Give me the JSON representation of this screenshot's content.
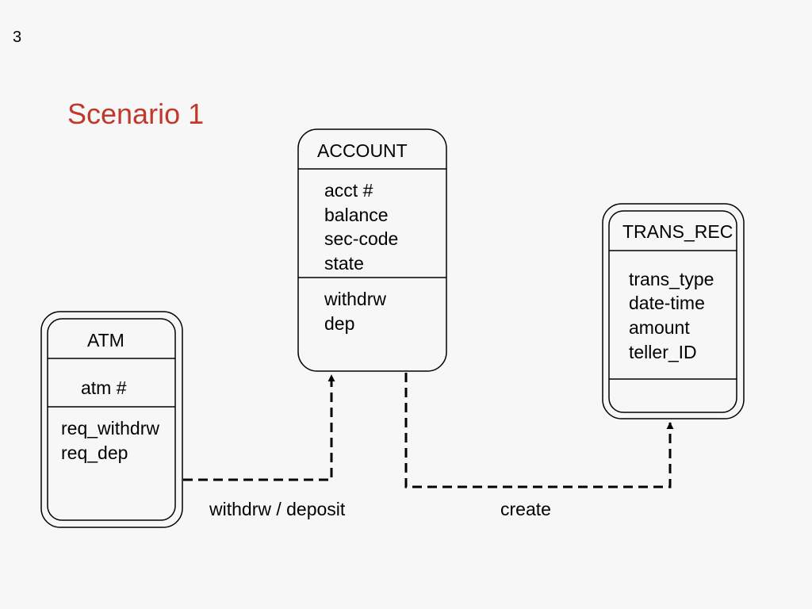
{
  "page_number": "3",
  "title": "Scenario 1",
  "colors": {
    "title": "#c0392b",
    "background": "#f7f7f7",
    "line": "#000000"
  },
  "entities": {
    "account": {
      "name": "ACCOUNT",
      "attributes": [
        "acct #",
        "balance",
        "sec-code",
        "state"
      ],
      "operations": [
        "withdrw",
        "dep"
      ]
    },
    "atm": {
      "name": "ATM",
      "attributes": [
        "atm #"
      ],
      "operations": [
        "req_withdrw",
        "req_dep"
      ]
    },
    "trans_rec": {
      "name": "TRANS_REC",
      "attributes": [
        "trans_type",
        "date-time",
        "amount",
        "teller_ID"
      ],
      "operations": []
    }
  },
  "connections": {
    "atm_to_account": "withdrw / deposit",
    "account_to_trans_rec": "create"
  }
}
